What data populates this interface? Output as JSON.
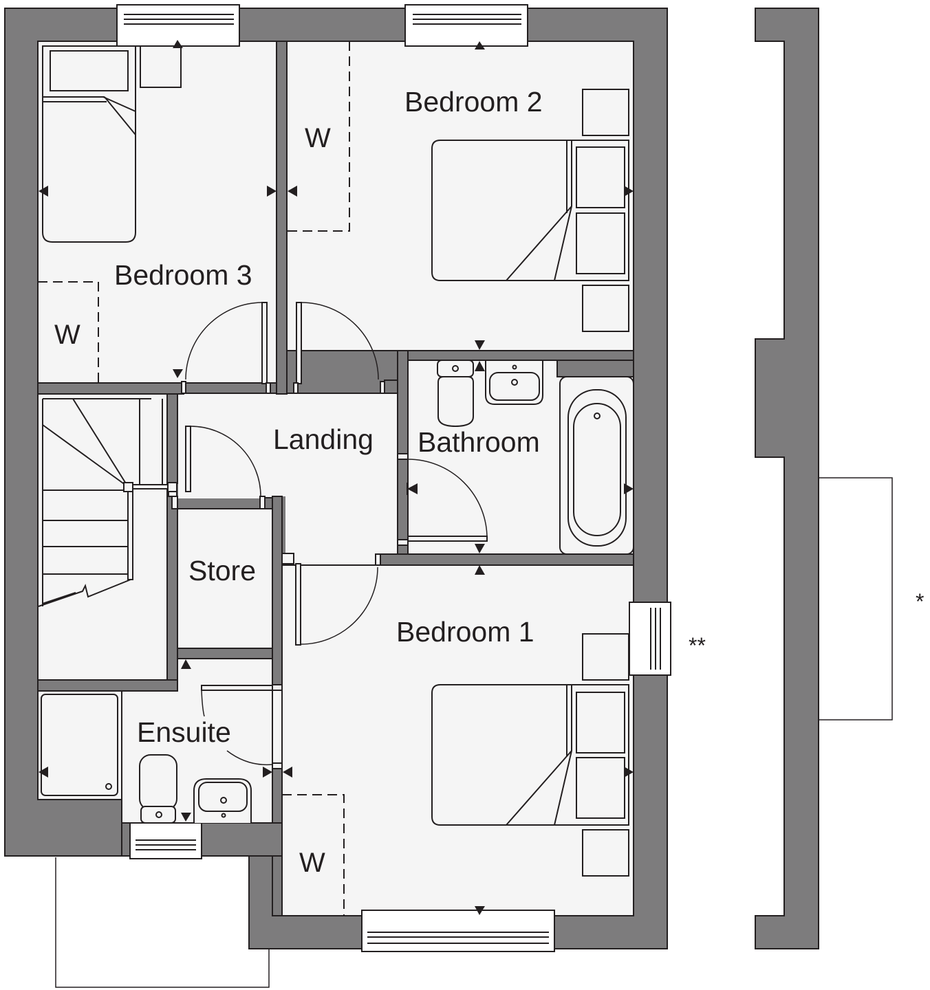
{
  "plan": {
    "rooms": [
      {
        "id": "bedroom-3",
        "label": "Bedroom 3"
      },
      {
        "id": "bedroom-2",
        "label": "Bedroom 2"
      },
      {
        "id": "landing",
        "label": "Landing"
      },
      {
        "id": "bathroom",
        "label": "Bathroom"
      },
      {
        "id": "store",
        "label": "Store"
      },
      {
        "id": "bedroom-1",
        "label": "Bedroom 1"
      },
      {
        "id": "ensuite",
        "label": "Ensuite"
      }
    ],
    "wardrobes": [
      {
        "room": "bedroom-3",
        "label": "W"
      },
      {
        "room": "bedroom-2",
        "label": "W"
      },
      {
        "room": "bedroom-1",
        "label": "W"
      }
    ],
    "notes": {
      "double_asterisk": "**",
      "single_asterisk": "*"
    },
    "colors": {
      "wall": "#7d7c7d",
      "floor": "#f5f5f5",
      "line": "#231f20",
      "background": "#ffffff"
    }
  }
}
